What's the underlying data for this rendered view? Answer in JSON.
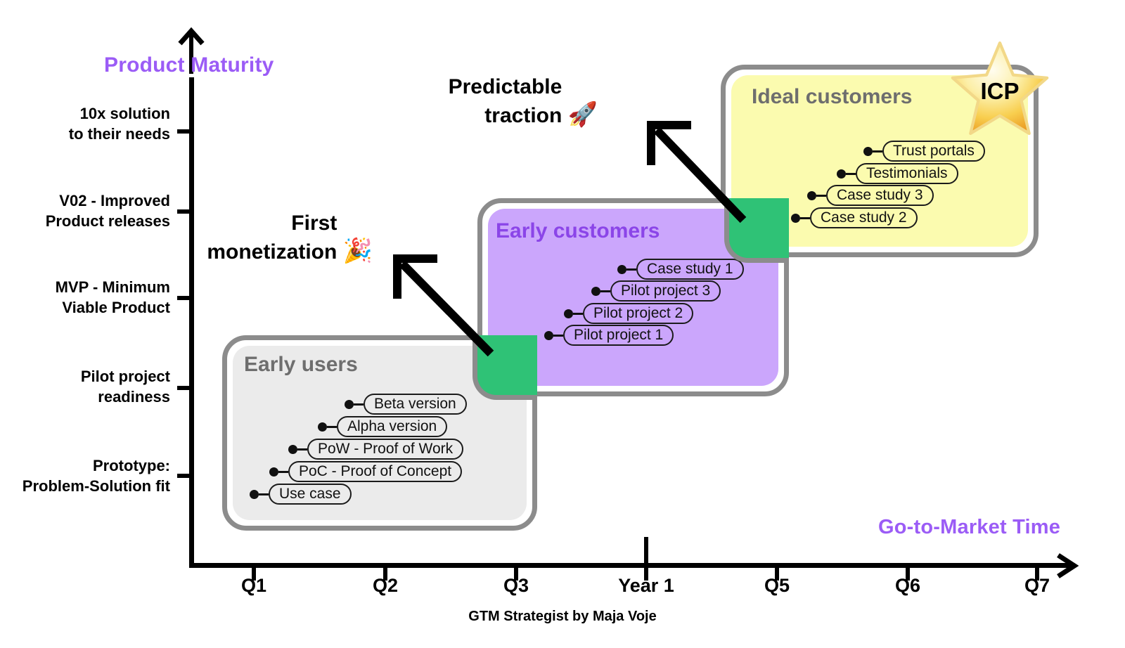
{
  "axes": {
    "y_title": "Product Maturity",
    "x_title": "Go-to-Market Time",
    "y_ticks": [
      "10x solution\nto their needs",
      "V02 - Improved\nProduct releases",
      "MVP - Minimum\nViable Product",
      "Pilot project\nreadiness",
      "Prototype:\nProblem-Solution fit"
    ],
    "y_ticks_lines": [
      [
        "10x solution",
        "to their needs"
      ],
      [
        "V02 - Improved",
        "Product releases"
      ],
      [
        "MVP - Minimum",
        "Viable Product"
      ],
      [
        "Pilot project",
        "readiness"
      ],
      [
        "Prototype:",
        "Problem-Solution fit"
      ]
    ],
    "x_ticks": [
      "Q1",
      "Q2",
      "Q3",
      "Year 1",
      "Q5",
      "Q6",
      "Q7"
    ]
  },
  "footer": "GTM Strategist by Maja Voje",
  "stages": [
    {
      "title": "Early users",
      "title_color": "#6e6e6e",
      "fill": "#EBEBEB",
      "border": "#8c8c8c",
      "items": [
        "Beta version",
        "Alpha version",
        "PoW - Proof of Work",
        "PoC - Proof of Concept",
        "Use case"
      ]
    },
    {
      "title": "Early customers",
      "title_color": "#8B45E8",
      "fill": "#CBA6FC",
      "border": "#8c8c8c",
      "items": [
        "Case study 1",
        "Pilot project 3",
        "Pilot project 2",
        "Pilot project 1"
      ]
    },
    {
      "title": "Ideal customers",
      "title_color": "#6e6e6e",
      "fill": "#FBFBAF",
      "border": "#8c8c8c",
      "items": [
        "Trust portals",
        "Testimonials",
        "Case study 3",
        "Case study 2"
      ]
    }
  ],
  "callouts": [
    {
      "line1": "First",
      "line2": "monetization",
      "emoji": "🎉",
      "emoji_name": "party-popper-emoji"
    },
    {
      "line1": "Predictable",
      "line2": "traction",
      "emoji": "🚀",
      "emoji_name": "rocket-emoji"
    }
  ],
  "badge": {
    "label": "ICP",
    "star_color": "#F6C33C"
  },
  "colors": {
    "accent_purple": "#9B5CF6",
    "green_junction": "#2FC276",
    "grey_border": "#8C8C8C",
    "axis_black": "#000000"
  },
  "chart_data": {
    "type": "scatter",
    "title": "Go-to-Market maturity staircase",
    "xlabel": "Go-to-Market Time",
    "ylabel": "Product Maturity",
    "x_tick_labels": [
      "Q1",
      "Q2",
      "Q3",
      "Year 1",
      "Q5",
      "Q6",
      "Q7"
    ],
    "y_tick_labels": [
      "Prototype: Problem-Solution fit",
      "Pilot project readiness",
      "MVP - Minimum Viable Product",
      "V02 - Improved Product releases",
      "10x solution to their needs"
    ],
    "grid": false,
    "legend": "none",
    "series": [
      {
        "name": "Early users",
        "points": [
          {
            "label": "Use case",
            "x": 0.75,
            "y": 0.35
          },
          {
            "label": "PoC - Proof of Concept",
            "x": 1.05,
            "y": 0.62
          },
          {
            "label": "PoW - Proof of Work",
            "x": 1.2,
            "y": 0.9
          },
          {
            "label": "Alpha version",
            "x": 1.4,
            "y": 1.18
          },
          {
            "label": "Beta version",
            "x": 1.55,
            "y": 1.45
          }
        ]
      },
      {
        "name": "Early customers",
        "points": [
          {
            "label": "Pilot project 1",
            "x": 2.8,
            "y": 2.6
          },
          {
            "label": "Pilot project 2",
            "x": 2.95,
            "y": 2.85
          },
          {
            "label": "Pilot project 3",
            "x": 3.2,
            "y": 3.1
          },
          {
            "label": "Case study 1",
            "x": 3.45,
            "y": 3.35
          }
        ]
      },
      {
        "name": "Ideal customers",
        "points": [
          {
            "label": "Case study 2",
            "x": 4.9,
            "y": 4.5
          },
          {
            "label": "Case study 3",
            "x": 5.05,
            "y": 4.75
          },
          {
            "label": "Testimonials",
            "x": 5.25,
            "y": 5.0
          },
          {
            "label": "Trust portals",
            "x": 5.45,
            "y": 5.25
          }
        ]
      }
    ],
    "annotations": [
      {
        "text": "First monetization 🎉",
        "at_x": 2.0,
        "at_y": 3.3
      },
      {
        "text": "Predictable traction 🚀",
        "at_x": 3.6,
        "at_y": 5.6
      },
      {
        "text": "ICP",
        "at_x": 6.6,
        "at_y": 6.0
      }
    ]
  }
}
